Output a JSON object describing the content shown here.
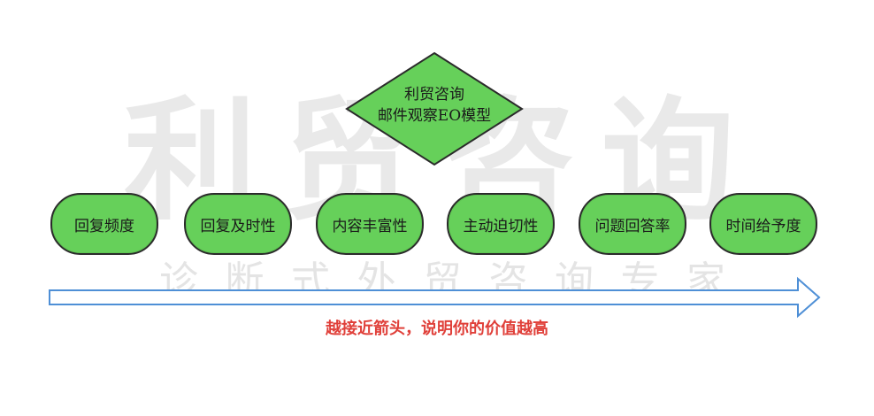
{
  "watermark": {
    "big_chars": [
      "利",
      "贸",
      "咨",
      "询"
    ],
    "small_text": [
      "诊",
      "断",
      "式",
      "外",
      "贸",
      "咨",
      "询",
      "专",
      "家"
    ]
  },
  "diamond": {
    "line1": "利贸咨询",
    "line2": "邮件观察EO模型",
    "fill": "#66d05a",
    "stroke": "#2b2b2b"
  },
  "nodes": [
    {
      "label": "回复频度"
    },
    {
      "label": "回复及时性"
    },
    {
      "label": "内容丰富性"
    },
    {
      "label": "主动迫切性"
    },
    {
      "label": "问题回答率"
    },
    {
      "label": "时间给予度"
    }
  ],
  "arrow": {
    "stroke": "#4e8fd6"
  },
  "note": {
    "text": "越接近箭头，说明你的价值越高",
    "color": "#e0403a"
  }
}
